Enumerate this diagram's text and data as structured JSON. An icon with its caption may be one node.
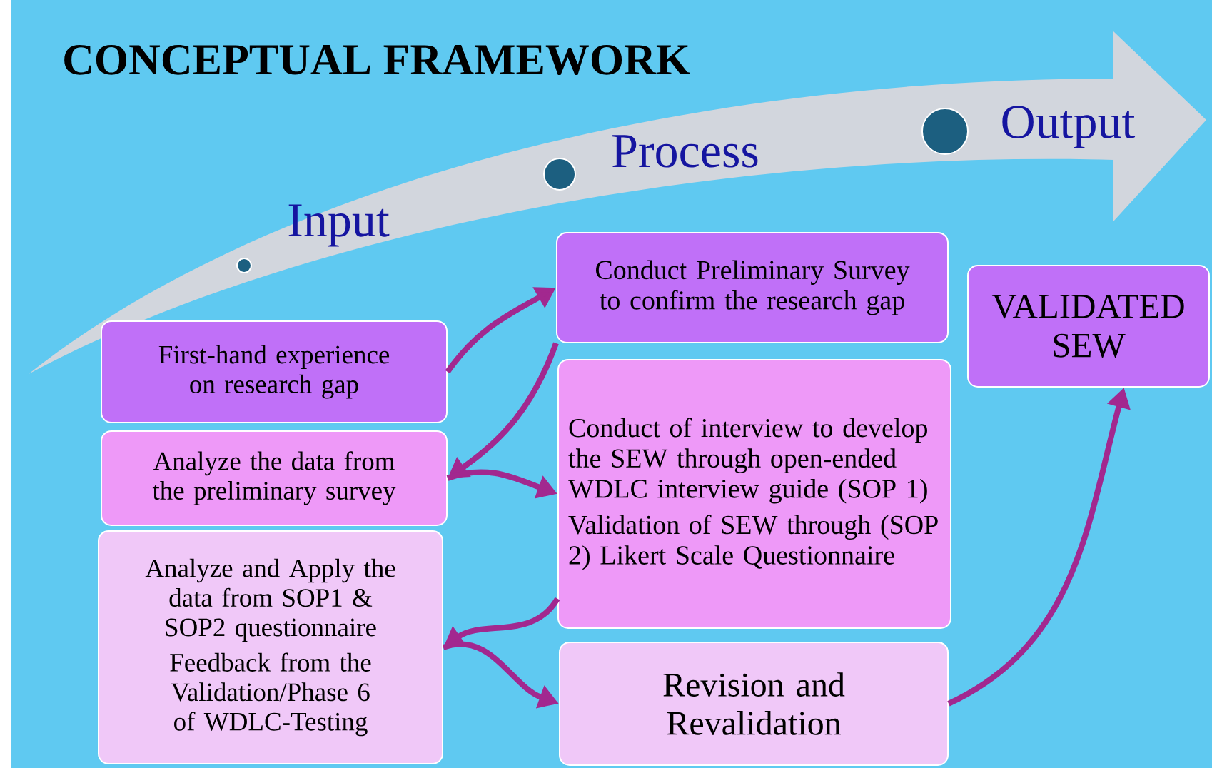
{
  "diagram": {
    "title": "CONCEPTUAL FRAMEWORK",
    "nodes": [
      {
        "text": [
          "First-hand experience on research gap"
        ]
      },
      {
        "text": [
          "Analyze the data from the preliminary survey"
        ]
      },
      {
        "text": [
          "Analyze and Apply the data from SOP1 & SOP2 questionnaire",
          "Feedback from the Validation/Phase 6 of WDLC-Testing"
        ]
      },
      {
        "text": [
          "Conduct Preliminary Survey to confirm the research gap"
        ]
      },
      {
        "text": [
          "Conduct of interview to develop the SEW through open-ended WDLC interview guide (SOP 1)",
          "Validation of SEW through (SOP 2) Likert Scale Questionnaire"
        ]
      },
      {
        "text": [
          "Revision and Revalidation"
        ]
      },
      {
        "text": [
          "VALIDATED SEW"
        ]
      }
    ],
    "edges": [
      {
        "from": 0,
        "to": 3,
        "arrow": "to"
      },
      {
        "from": 3,
        "to": 1,
        "arrow": "to"
      },
      {
        "from": 1,
        "to": 4,
        "arrow": "to"
      },
      {
        "from": 4,
        "to": 2,
        "arrow": "to"
      },
      {
        "from": 2,
        "to": 5,
        "arrow": "to"
      },
      {
        "from": 5,
        "to": 6,
        "arrow": "to"
      }
    ],
    "labels": [
      "Input",
      "Process",
      "Output"
    ]
  }
}
